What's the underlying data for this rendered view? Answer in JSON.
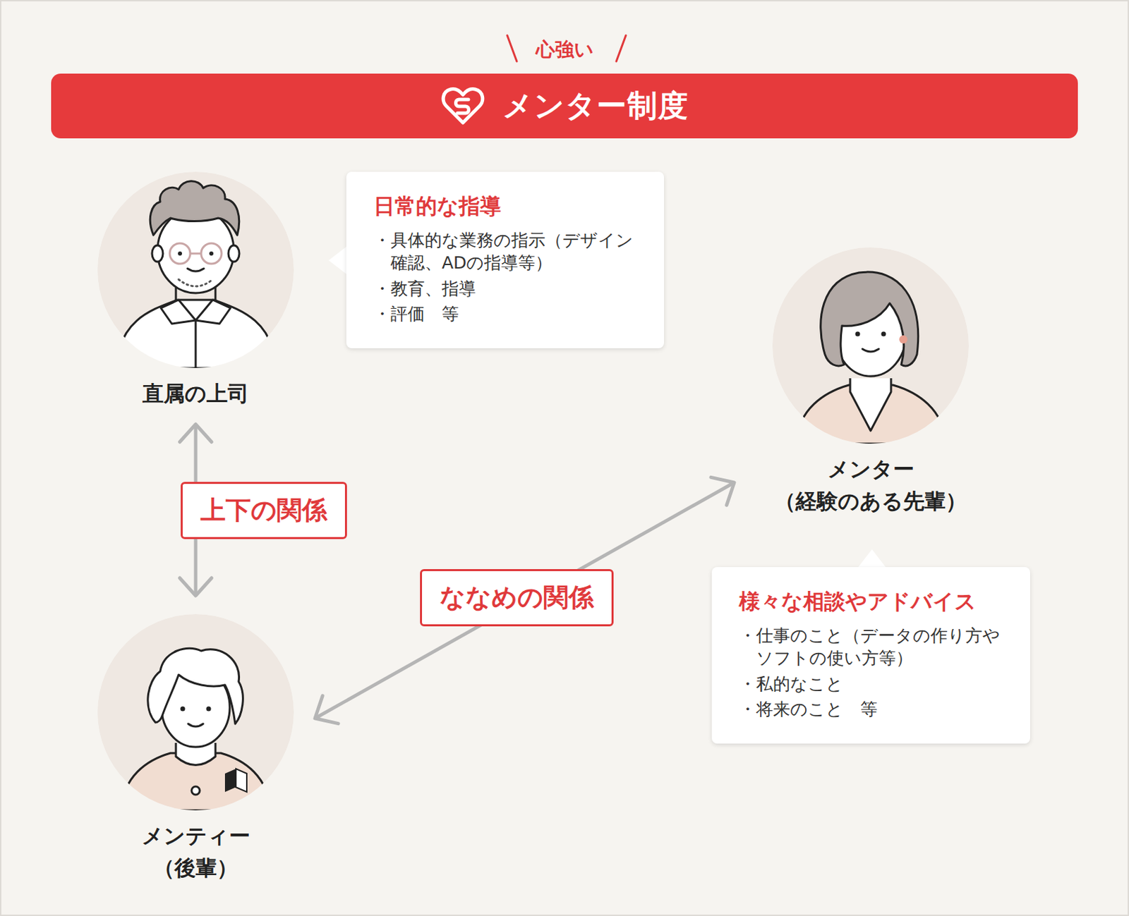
{
  "diagram": {
    "nodes": [
      {
        "text": [
          "メンター制度"
        ]
      },
      {
        "text": [
          "直属の上司"
        ]
      },
      {
        "text": [
          "日常的な指導",
          "・具体的な業務の指示（デザイン確認、ADの指導等）",
          "・教育、指導",
          "・評価　等"
        ]
      },
      {
        "text": [
          "メンター",
          "（経験のある先輩）"
        ]
      },
      {
        "text": [
          "様々な相談やアドバイス",
          "・仕事のこと（データの作り方やソフトの使い方等）",
          "・私的なこと",
          "・将来のこと　等"
        ]
      },
      {
        "text": [
          "メンティー",
          "（後輩）"
        ]
      }
    ],
    "edges": [
      {
        "from": 1,
        "to": 5,
        "label": "上下の関係",
        "arrow": "both"
      },
      {
        "from": 3,
        "to": 5,
        "label": "ななめの関係",
        "arrow": "both"
      }
    ],
    "labels": [
      "心強い"
    ]
  }
}
